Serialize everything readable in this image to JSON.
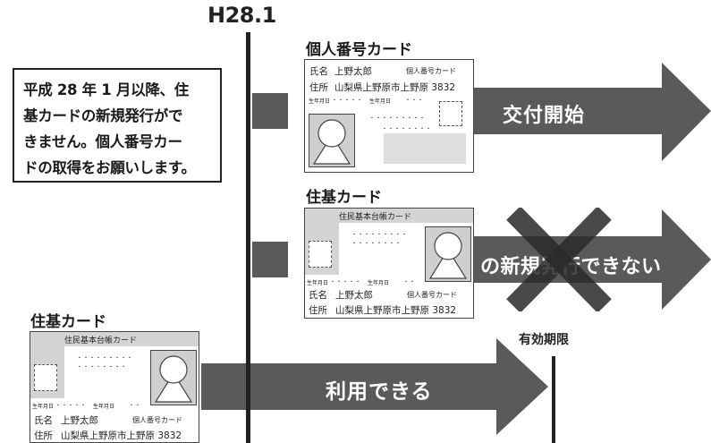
{
  "timeline": {
    "date_label": "H28.1"
  },
  "notice": {
    "text": "平成 28 年 1 月以降、住\n基カードの新規発行がで\nきません。個人番号カー\nドの取得をお願いします。"
  },
  "my_number_card": {
    "section_title": "個人番号カード",
    "name_label": "氏名",
    "name_value": "上野太郎",
    "card_type_label": "個人番号カード",
    "address_label": "住所",
    "address_value": "山梨県上野原市上野原 3832",
    "birthdate_label": "生年月日",
    "birthdate_dots": "・・・・・",
    "birthdate_label_2": "生年月日",
    "trailing_dots": "・・・",
    "info_dots_1": "・・・・・・・・・",
    "info_dots_2": "・・・・・・・・"
  },
  "arrow_issue": {
    "text": "交付開始"
  },
  "juki_card_new": {
    "section_title": "住基カード",
    "header_label": "住民基本台帳カード",
    "info_dots_1": "・・・・・・・・・",
    "info_dots_2": "・・・・・・・・",
    "birthdate_label": "生年月日",
    "birthdate_dots": "・・・・・",
    "birthdate_label_2": "生年月日",
    "trailing_dots": "・・",
    "name_label": "氏名",
    "name_value": "上野太郎",
    "card_type_label": "個人番号カード",
    "address_label": "住所",
    "address_value": "山梨県上野原市上野原 3832"
  },
  "arrow_no_new": {
    "text": "の新規発行できない"
  },
  "juki_card_existing": {
    "section_title": "住基カード",
    "header_label": "住民基本台帳カード",
    "info_dots_1": "・・・・・・・・・",
    "info_dots_2": "・・・・・・・・",
    "birthdate_label": "生年月日",
    "birthdate_dots": "・・・・・",
    "birthdate_label_2": "生年月日",
    "trailing_dots": "・・",
    "name_label": "氏名",
    "name_value": "上野太郎",
    "card_type_label": "個人番号カード",
    "address_label": "住所",
    "address_value": "山梨県上野原市上野原 3832"
  },
  "arrow_usable": {
    "text": "利用できる"
  },
  "expiry": {
    "label": "有効期限"
  },
  "colors": {
    "arrow": "#5a5a5a",
    "x_mark": "#2a2a2a",
    "card_header": "#d4d4d4",
    "photo_bg": "#cfcfcf"
  }
}
